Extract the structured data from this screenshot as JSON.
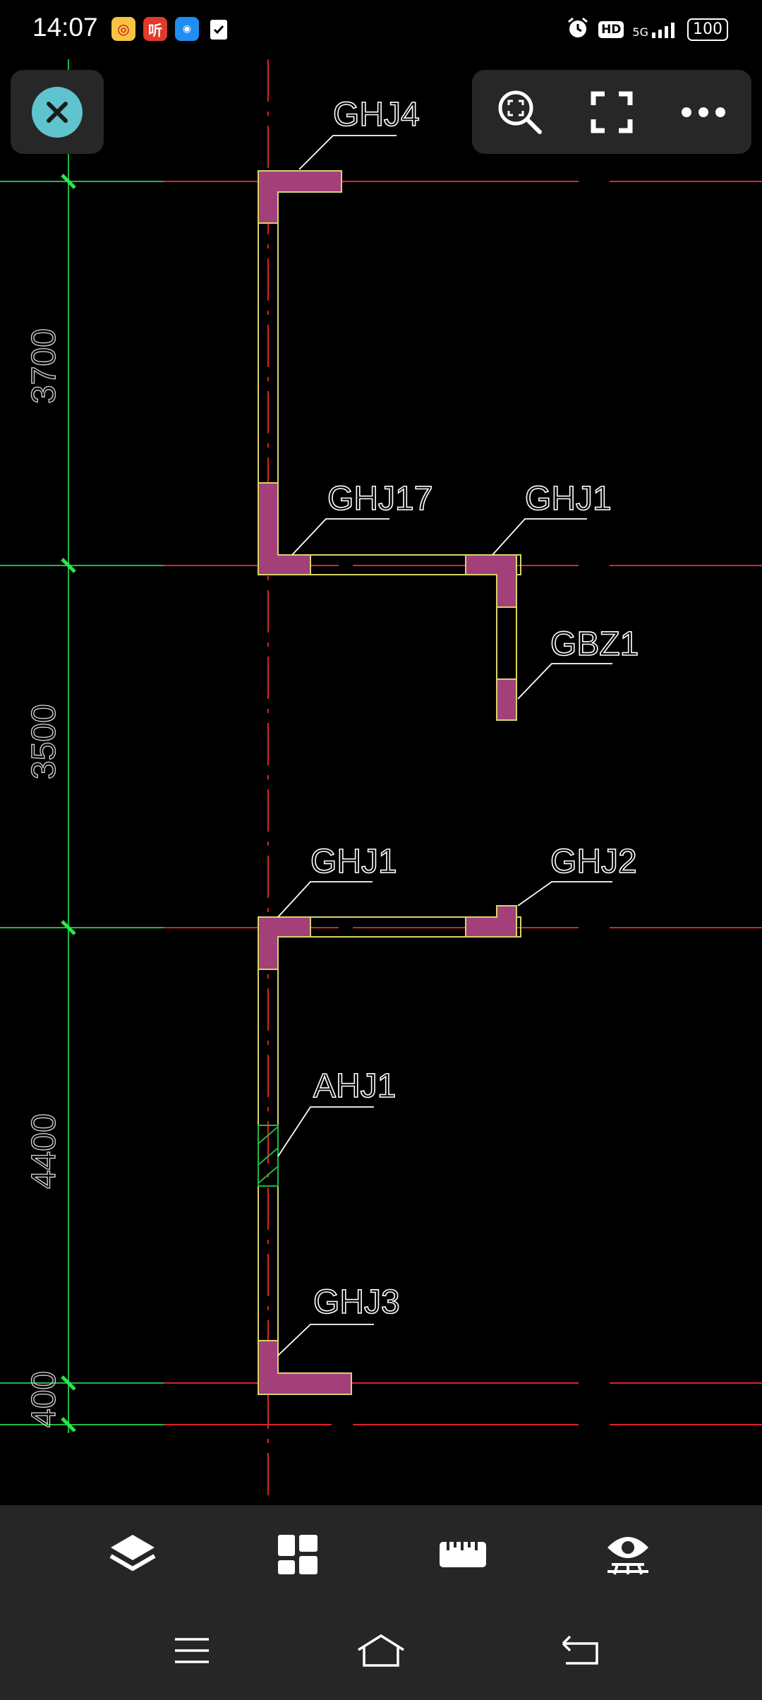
{
  "status": {
    "time": "14:07",
    "hd": "HD",
    "signal": "5G",
    "battery": "100",
    "app_icons": [
      "weibo-icon",
      "ting-icon",
      "app-icon",
      "checklist-icon"
    ]
  },
  "toolbar": {
    "close": "close-icon",
    "zoom_extents": "zoom-extents-icon",
    "fullscreen": "fullscreen-icon",
    "more": "more-icon"
  },
  "drawing": {
    "labels": {
      "ghj4": "GHJ4",
      "ghj17": "GHJ17",
      "ghj1_top": "GHJ1",
      "gbz1": "GBZ1",
      "ghj1_mid": "GHJ1",
      "ghj2": "GHJ2",
      "ahj1": "AHJ1",
      "ghj3": "GHJ3"
    },
    "dimensions": {
      "d1": "3700",
      "d2": "3500",
      "d3": "4400",
      "d4": "400"
    },
    "colors": {
      "grid_red": "#d9232b",
      "dim_green": "#1fb845",
      "tick_green": "#25e84a",
      "column_fill": "#a3407a",
      "wall_outline": "#d8d36a"
    }
  },
  "bottom_bar": {
    "layers": "layers-icon",
    "layout": "layout-icon",
    "measure": "ruler-icon",
    "view": "eye-icon"
  },
  "nav": {
    "menu": "menu-icon",
    "home": "home-icon",
    "back": "back-icon"
  }
}
